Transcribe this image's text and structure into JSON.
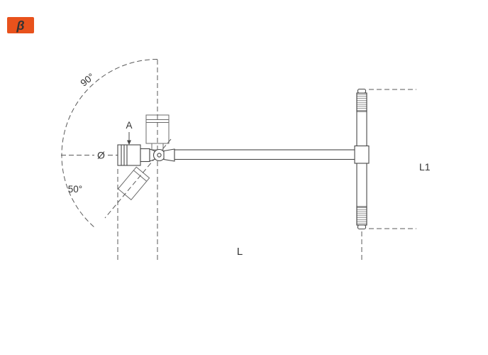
{
  "brand": {
    "logo_glyph": "β",
    "color": "#e8521c"
  },
  "diagram": {
    "labels": {
      "swivel_angle_max": "90°",
      "swivel_angle_min": "50°",
      "socket_size": "A",
      "diameter_symbol": "Ø",
      "overall_length": "L",
      "handle_length": "L1"
    }
  }
}
